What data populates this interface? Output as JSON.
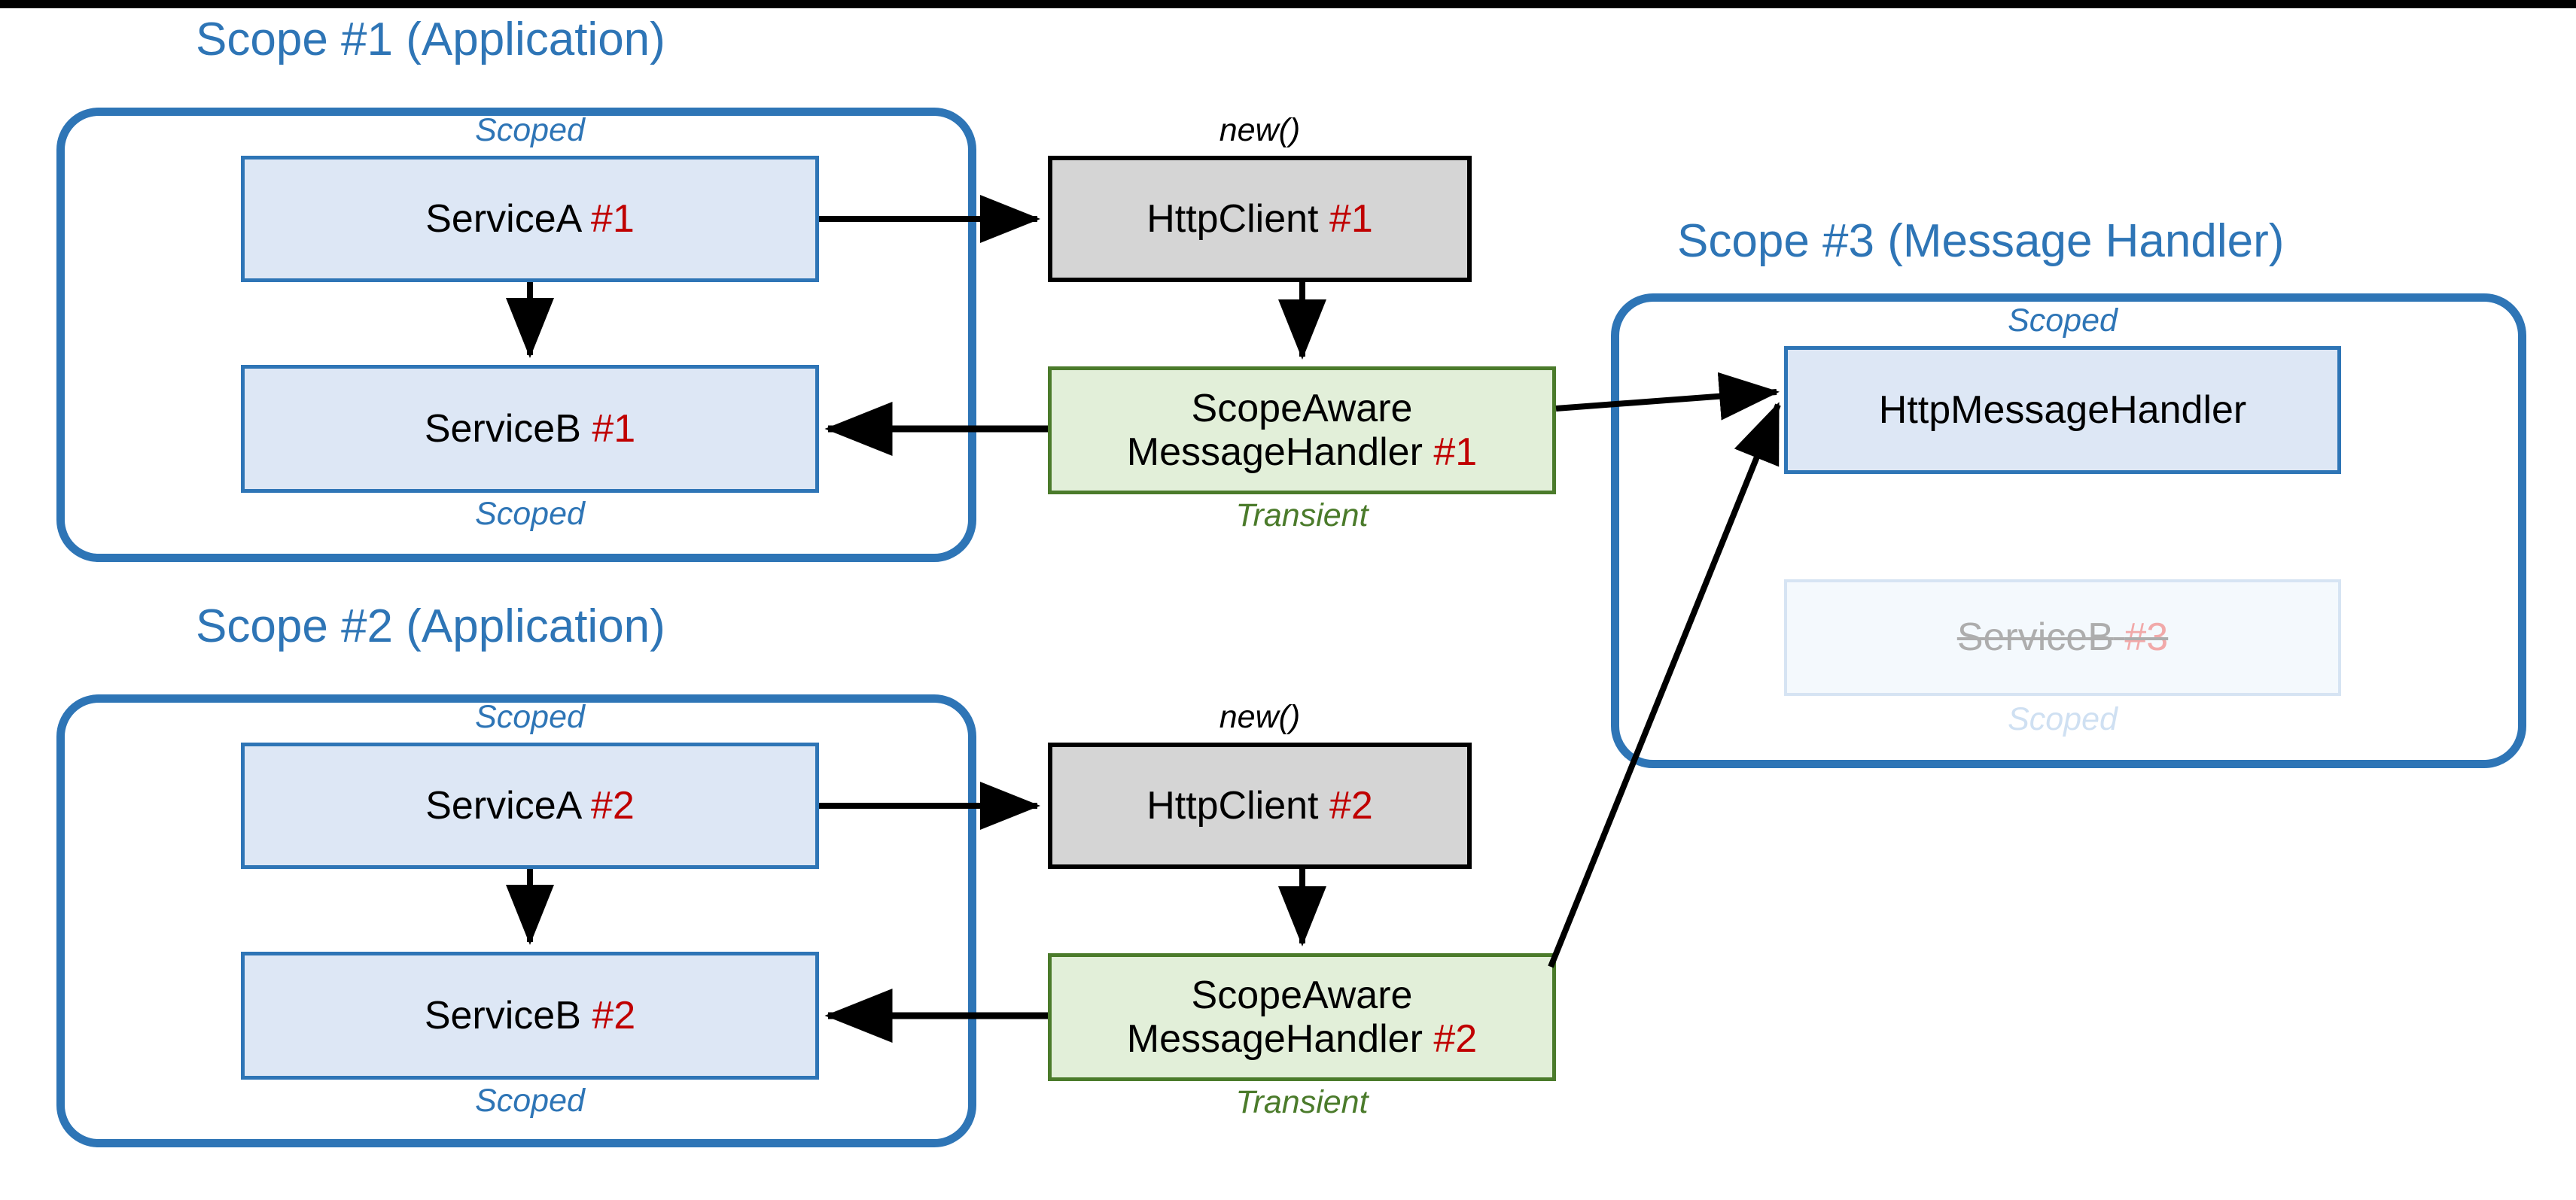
{
  "diagram": {
    "title_color": "#2E75B6",
    "accent_red": "#C00000",
    "transient_green": "#4B7B2B",
    "scopes": [
      {
        "id": "scope1",
        "title": "Scope #1 (Application)"
      },
      {
        "id": "scope2",
        "title": "Scope #2 (Application)"
      },
      {
        "id": "scope3",
        "title": "Scope #3 (Message Handler)"
      }
    ],
    "nodes": {
      "service_a_1": {
        "name": "ServiceA",
        "num": "#1",
        "lifetime": "Scoped",
        "style": "blue"
      },
      "service_b_1": {
        "name": "ServiceB",
        "num": "#1",
        "lifetime": "Scoped",
        "style": "blue"
      },
      "http_client_1": {
        "name": "HttpClient",
        "num": "#1",
        "lifetime": "new()",
        "style": "grey"
      },
      "handler_1": {
        "name_line1": "ScopeAware",
        "name_line2": "MessageHandler",
        "num": "#1",
        "lifetime": "Transient",
        "style": "green"
      },
      "service_a_2": {
        "name": "ServiceA",
        "num": "#2",
        "lifetime": "Scoped",
        "style": "blue"
      },
      "service_b_2": {
        "name": "ServiceB",
        "num": "#2",
        "lifetime": "Scoped",
        "style": "blue"
      },
      "http_client_2": {
        "name": "HttpClient",
        "num": "#2",
        "lifetime": "new()",
        "style": "grey"
      },
      "handler_2": {
        "name_line1": "ScopeAware",
        "name_line2": "MessageHandler",
        "num": "#2",
        "lifetime": "Transient",
        "style": "green"
      },
      "http_message_handler": {
        "name": "HttpMessageHandler",
        "num": "",
        "lifetime": "Scoped",
        "style": "blue"
      },
      "service_b_3": {
        "name": "ServiceB",
        "num": "#3",
        "lifetime": "Scoped",
        "style": "ghost"
      }
    },
    "edges": [
      {
        "from": "service_a_1",
        "to": "http_client_1",
        "kind": "horizontal"
      },
      {
        "from": "service_a_1",
        "to": "service_b_1",
        "kind": "vertical"
      },
      {
        "from": "http_client_1",
        "to": "handler_1",
        "kind": "vertical"
      },
      {
        "from": "handler_1",
        "to": "service_b_1",
        "kind": "horizontal-left"
      },
      {
        "from": "handler_1",
        "to": "http_message_handler",
        "kind": "diagonal"
      },
      {
        "from": "service_a_2",
        "to": "http_client_2",
        "kind": "horizontal"
      },
      {
        "from": "service_a_2",
        "to": "service_b_2",
        "kind": "vertical"
      },
      {
        "from": "http_client_2",
        "to": "handler_2",
        "kind": "vertical"
      },
      {
        "from": "handler_2",
        "to": "service_b_2",
        "kind": "horizontal-left"
      },
      {
        "from": "handler_2",
        "to": "http_message_handler",
        "kind": "diagonal"
      }
    ]
  }
}
